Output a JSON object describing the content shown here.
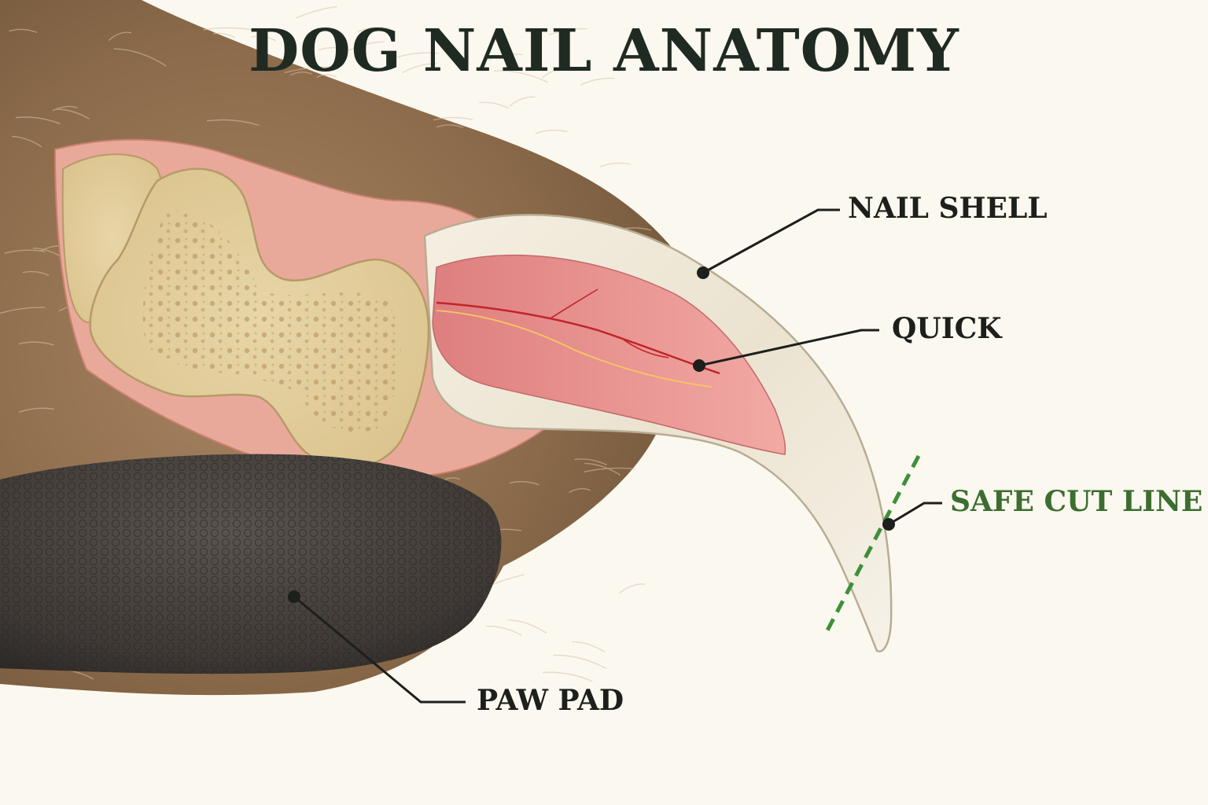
{
  "title": "DOG NAIL ANATOMY",
  "labels": {
    "nail_shell": "NAIL SHELL",
    "quick": "QUICK",
    "safe_cut_line": "SAFE CUT LINE",
    "paw_pad": "PAW PAD"
  },
  "colors": {
    "background": "#fbf8ef",
    "title": "#1f2a22",
    "fur": "#8a6a4a",
    "skin": "#e9a99a",
    "bone": "#e6d3a3",
    "nail": "#ece6d6",
    "quick": "#e98e8e",
    "blood_vessel": "#c2242a",
    "paw_pad": "#3f3a36",
    "cut_line": "#3f8f3a",
    "leader": "#1c1f1c"
  }
}
